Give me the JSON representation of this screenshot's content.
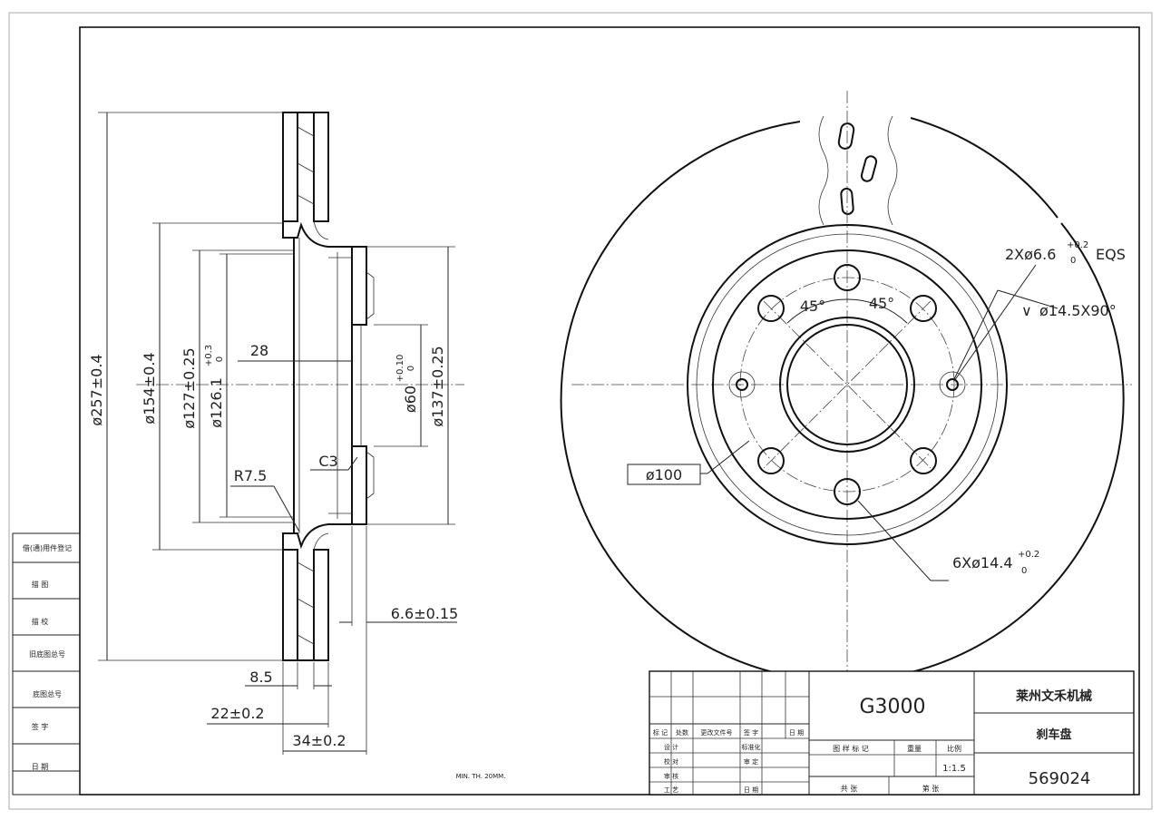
{
  "dimensions": {
    "d257": "ø257±0.4",
    "d154": "ø154±0.4",
    "d127": "ø127±0.25",
    "d126_base": "ø126.1",
    "d126_tol_up": "+0.3",
    "d126_tol_low": "0",
    "d60_base": "ø60",
    "d60_tol_up": "+0.10",
    "d60_tol_low": "0",
    "d137": "ø137±0.25",
    "w28": "28",
    "r75": "R7.5",
    "c3": "C3",
    "t66": "6.6±0.15",
    "t85": "8.5",
    "t22": "22±0.2",
    "t34": "34±0.2",
    "holes2_base": "2Xø6.6",
    "holes2_tol_up": "+0.2",
    "holes2_tol_low": "0",
    "holes2_eqs": "EQS",
    "cs145": "ø14.5X90°",
    "d100": "ø100",
    "holes6_base": "6Xø14.4",
    "holes6_tol_up": "+0.2",
    "holes6_tol_low": "0",
    "angle1": "45°",
    "angle2": "45°"
  },
  "notes": {
    "min_th": "MIN. TH. 20MM."
  },
  "side_table": [
    "借(通)用件登记",
    "描 图",
    "描 校",
    "旧底图总号",
    "底图总号",
    "签 字",
    "日 期"
  ],
  "title_block": {
    "material": "G3000",
    "company": "莱州文禾机械",
    "part_name": "刹车盘",
    "part_number": "569024",
    "scale_label": "比例",
    "scale": "1:1.5",
    "weight_label": "重量",
    "stage_label": "图 样 标 记",
    "sheets_a": "共 张",
    "sheets_b": "第 张",
    "rev_cols": [
      "标 记",
      "处数",
      "更改文件号",
      "签 字",
      "日 期"
    ],
    "roles": [
      "设 计",
      "标准化",
      "校 对",
      "审 定",
      "审 核",
      "工 艺",
      "日 期"
    ]
  }
}
